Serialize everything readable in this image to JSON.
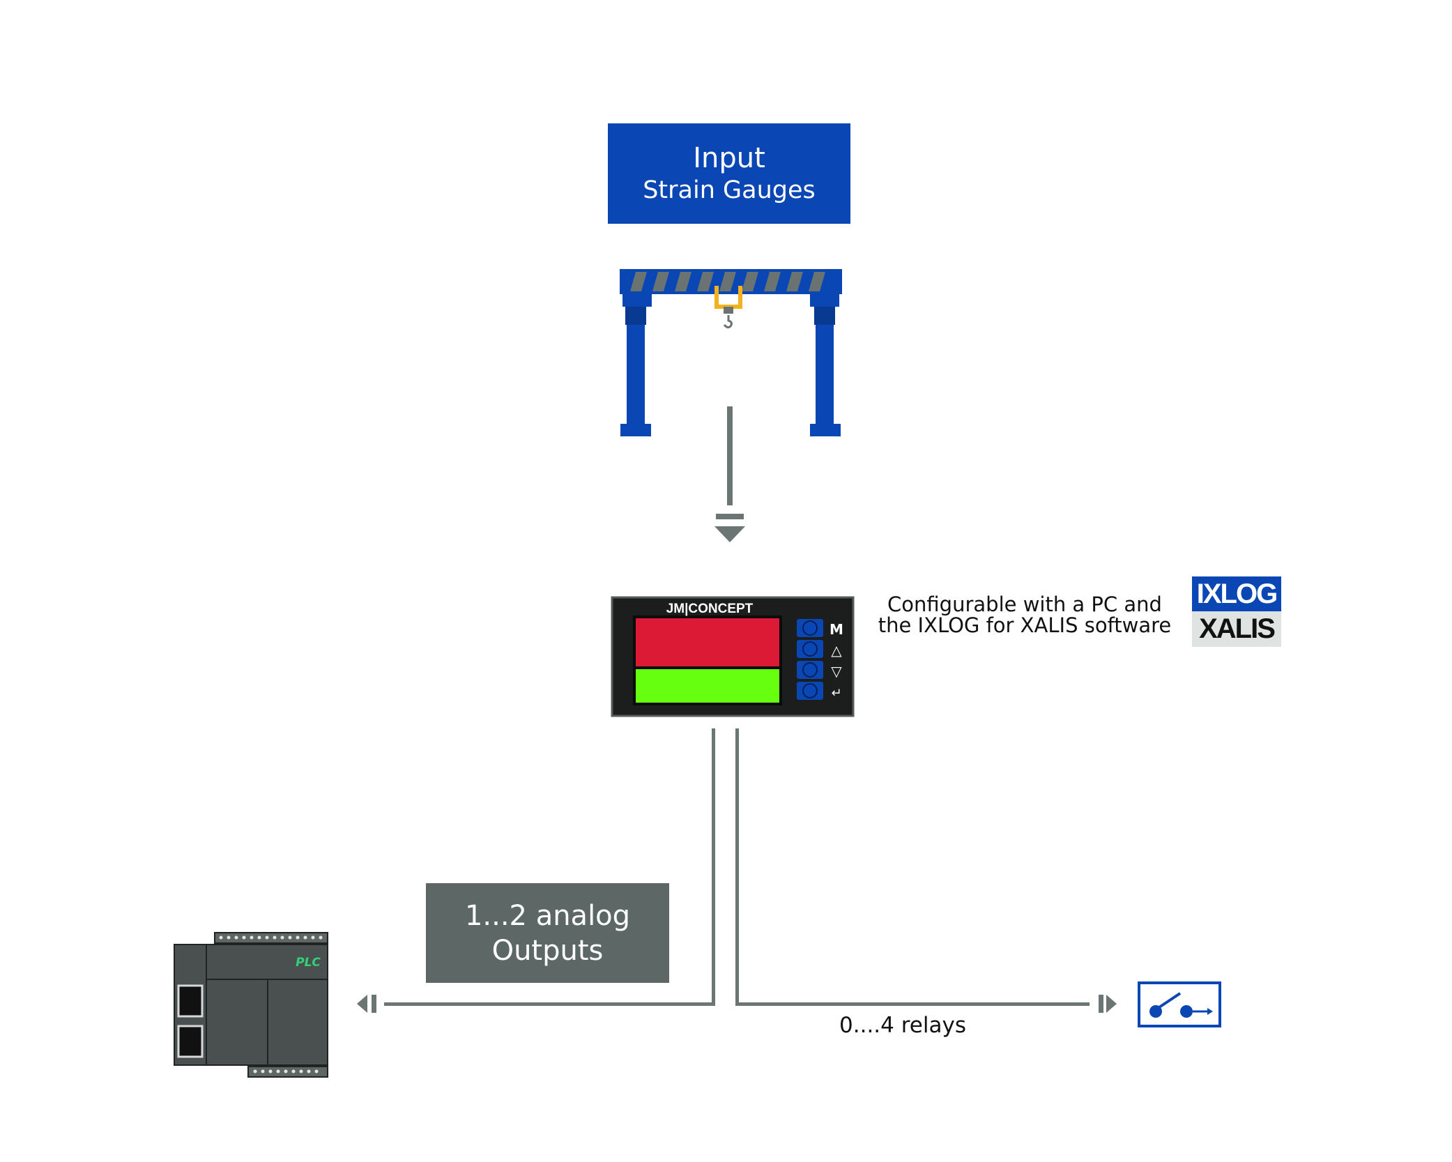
{
  "input": {
    "title": "Input",
    "subtitle": "Strain Gauges"
  },
  "device": {
    "brand": "JM|CONCEPT",
    "buttons": [
      "M",
      "△",
      "▽",
      "↵"
    ]
  },
  "config_text": {
    "line1": "Configurable with a PC and",
    "line2": "the IXLOG for XALIS software"
  },
  "logo": {
    "top": "IXLOG",
    "bottom": "XALIS"
  },
  "outputs": {
    "line1": "1...2 analog",
    "line2": "Outputs"
  },
  "plc": {
    "label": "PLC"
  },
  "relays": {
    "label": "0....4 relays"
  },
  "icons": [
    "gantry-crane-icon",
    "plc-icon",
    "relay-switch-icon",
    "arrow-down-icon",
    "arrow-left-icon",
    "arrow-right-icon"
  ],
  "colors": {
    "blue": "#0a46b4",
    "gray": "#5d6866",
    "display_red": "#dc1a35",
    "display_green": "#66ff10",
    "line": "#6b7573"
  }
}
